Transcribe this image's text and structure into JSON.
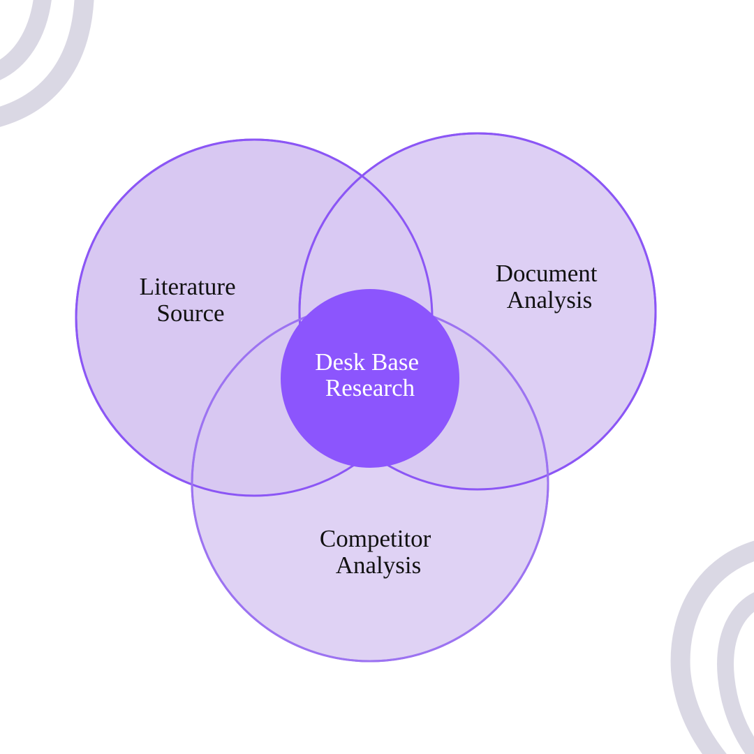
{
  "colors": {
    "background": "#ffffff",
    "circle_fill": "#d8c8f2",
    "circle_stroke": "#8b56f5",
    "center_fill": "#8c55fd",
    "label_text": "#111111",
    "center_text": "#ffffff",
    "decor": "#dad8e4"
  },
  "diagram": {
    "literature": {
      "line1": "Literature",
      "line2": "Source"
    },
    "document": {
      "line1": "Document",
      "line2": "Analysis"
    },
    "competitor": {
      "line1": "Competitor",
      "line2": "Analysis"
    },
    "center": {
      "line1": "Desk Base",
      "line2": "Research"
    }
  },
  "decorations": {
    "top_left": "arc-swirl-icon",
    "bottom_right": "arc-swirl-icon"
  }
}
